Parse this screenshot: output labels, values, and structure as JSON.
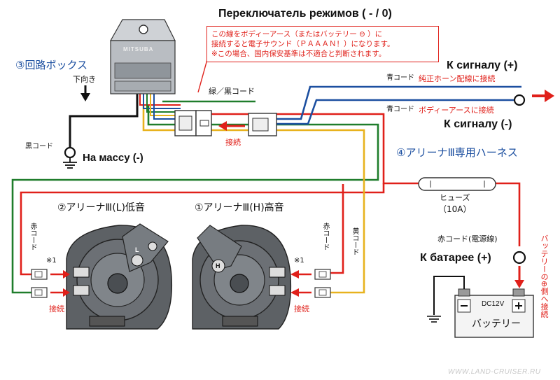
{
  "colors": {
    "red_wire": "#e0201a",
    "blue_wire": "#1c4fa0",
    "green_wire": "#1f7d2b",
    "yellow_wire": "#e8b21e",
    "black_wire": "#111111",
    "arrow": "#e0201a"
  },
  "mode_switch": {
    "title": "Переключатель режимов ( - / 0)",
    "brand": "MITSUBA",
    "note_lines": [
      "この線をボディーアース（またはバッテリー ⊖ ）に",
      "接続すると電子サウンド（ＰＡＡＡＮ！）になります。",
      "※この場合、国内保安基準は不適合と判断されます。"
    ]
  },
  "circuit_box": {
    "label": "③回路ボックス",
    "direction": "下向き",
    "black_cord": "黒コード",
    "ground": "На массу (-)"
  },
  "wires": {
    "green_black": "緑／黒コード",
    "connect": "接続",
    "blue_cord_1": "青コード",
    "horn_wiring": "純正ホーン配線に接続",
    "signal_plus": "К сигналу (+)",
    "blue_cord_2": "青コード",
    "body_earth": "ボディーアースに接続",
    "signal_minus": "К сигналу (-)"
  },
  "harness": {
    "label": "④アリーナⅢ専用ハーネス",
    "fuse": "ヒューズ",
    "fuse_rating": "（10A）"
  },
  "battery": {
    "red_cord": "赤コード(電源線)",
    "to_battery": "К батарее (+)",
    "side_note": "バッテリーの⊕側へ接続",
    "dc_label": "DC12V",
    "name": "バッテリー"
  },
  "horns": {
    "low": {
      "label": "②アリーナⅢ(L)低音",
      "red_cord": "赤コード",
      "note": "※1",
      "connect": "接続",
      "mark": "L"
    },
    "high": {
      "label": "①アリーナⅢ(H)高音",
      "red_cord": "赤コード",
      "yellow_cord": "黄コード",
      "note": "※1",
      "connect": "接続",
      "mark": "H"
    }
  },
  "watermark": "WWW.LAND-CRUISER.RU"
}
